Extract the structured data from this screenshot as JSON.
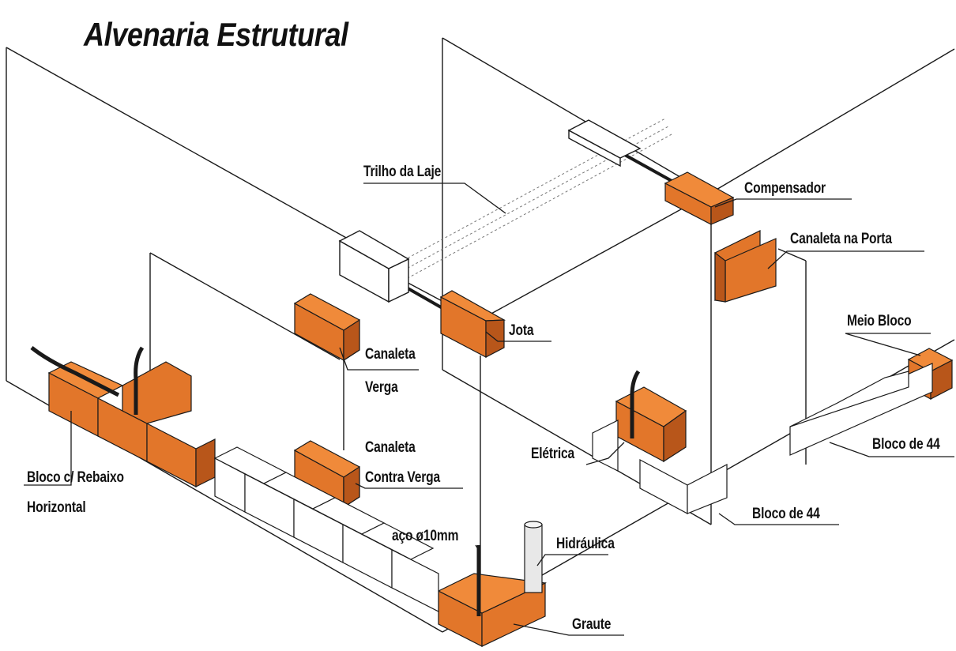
{
  "title": "Alvenaria Estrutural",
  "labels": {
    "trilho_da_laje": "Trilho da Laje",
    "compensador": "Compensador",
    "canaleta_na_porta": "Canaleta na Porta",
    "meio_bloco": "Meio Bloco",
    "jota": "Jota",
    "canaleta_verga_line1": "Canaleta",
    "canaleta_verga_line2": "Verga",
    "canaleta_contra_verga_line1": "Canaleta",
    "canaleta_contra_verga_line2": "Contra Verga",
    "eletrica": "Elétrica",
    "bloco_de_44_right": "Bloco de 44",
    "bloco_de_44_center": "Bloco de 44",
    "bloco_rebaixo_line1": "Bloco c/ Rebaixo",
    "bloco_rebaixo_line2": "Horizontal",
    "aco": "aço ø10mm",
    "hidraulica": "Hidráulica",
    "graute": "Graute"
  },
  "colors": {
    "ceramic_block": "#e2762a",
    "ceramic_block_dark": "#b8561a",
    "concrete_block": "#ffffff",
    "line": "#1a1a1a",
    "pipe": "#e8e8e8"
  }
}
